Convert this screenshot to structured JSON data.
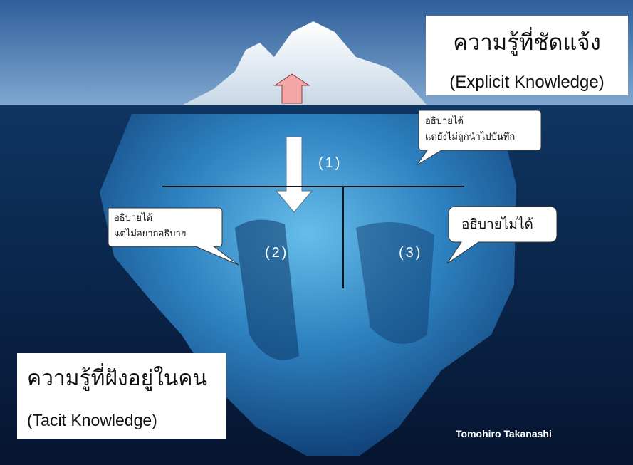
{
  "explicit": {
    "thai": "ความรู้ที่ชัดแจ้ง",
    "english": "(Explicit Knowledge)"
  },
  "tacit": {
    "thai": "ความรู้ที่ฝังอยู่ในคน",
    "english": "(Tacit Knowledge)"
  },
  "bubbles": {
    "top_right": {
      "line1": "อธิบายได้",
      "line2": "แต่ยังไม่ถูกนำไปบันทึก"
    },
    "left": {
      "line1": "อธิบายได้",
      "line2": "แต่ไม่อยากอธิบาย"
    },
    "right": {
      "line1": "อธิบายไม่ได้"
    }
  },
  "regions": {
    "one": "(1)",
    "two": "(2)",
    "three": "(3)"
  },
  "credit": "Tomohiro Takanashi",
  "colors": {
    "sky_top": "#3d6fa8",
    "sea_deep": "#071a36",
    "ice_glow": "#4fb2e8",
    "up_arrow": "#f4a6a6"
  }
}
